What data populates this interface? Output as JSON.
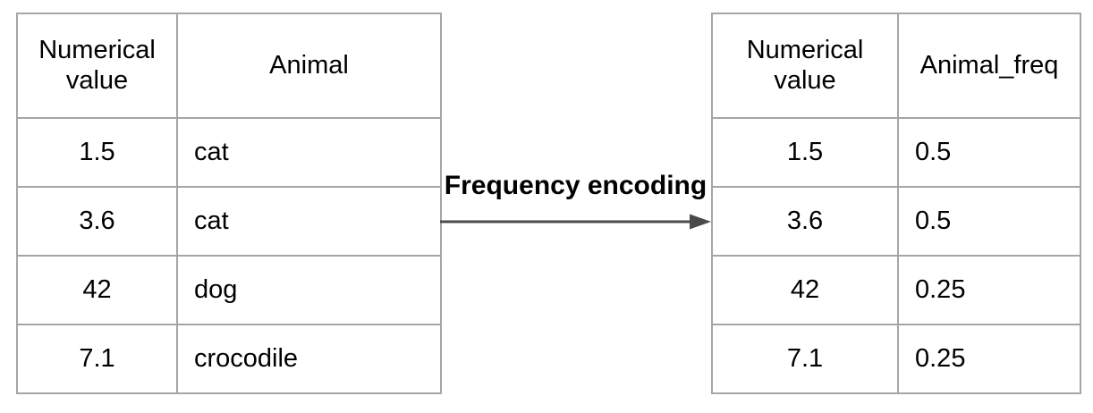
{
  "diagram": {
    "arrow": {
      "label": "Frequency encoding"
    }
  },
  "left_table": {
    "headers": [
      "Numerical value",
      "Animal"
    ],
    "rows": [
      [
        "1.5",
        "cat"
      ],
      [
        "3.6",
        "cat"
      ],
      [
        "42",
        "dog"
      ],
      [
        "7.1",
        "crocodile"
      ]
    ]
  },
  "right_table": {
    "headers": [
      "Numerical value",
      "Animal_freq"
    ],
    "rows": [
      [
        "1.5",
        "0.5"
      ],
      [
        "3.6",
        "0.5"
      ],
      [
        "42",
        "0.25"
      ],
      [
        "7.1",
        "0.25"
      ]
    ]
  },
  "colors": {
    "table_border": "#a6a6a6",
    "arrow": "#4a4a4a",
    "text": "#000000",
    "background": "#ffffff"
  }
}
